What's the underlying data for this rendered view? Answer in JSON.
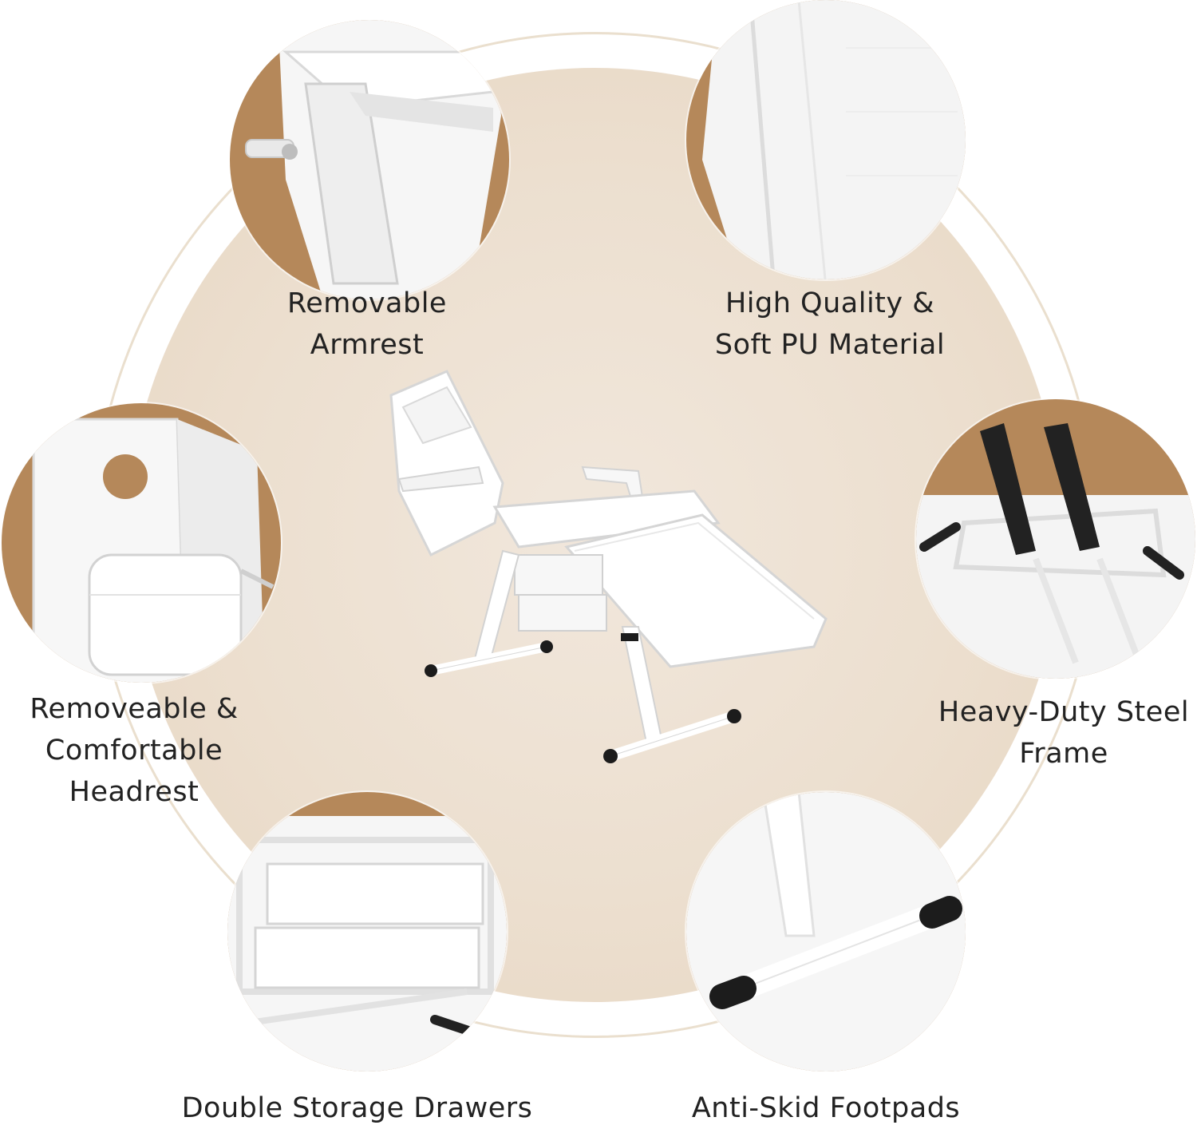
{
  "features": {
    "armrest": "Removable\nArmrest",
    "material": "High Quality &\nSoft PU Material",
    "headrest": "Removeable &\nComfortable\nHeadrest",
    "frame": "Heavy-Duty Steel\nFrame",
    "drawers": "Double Storage Drawers",
    "footpads": "Anti-Skid Footpads"
  },
  "colors": {
    "accent": "#b5885a",
    "background_disc": "#ecdfcf",
    "text": "#222222"
  }
}
